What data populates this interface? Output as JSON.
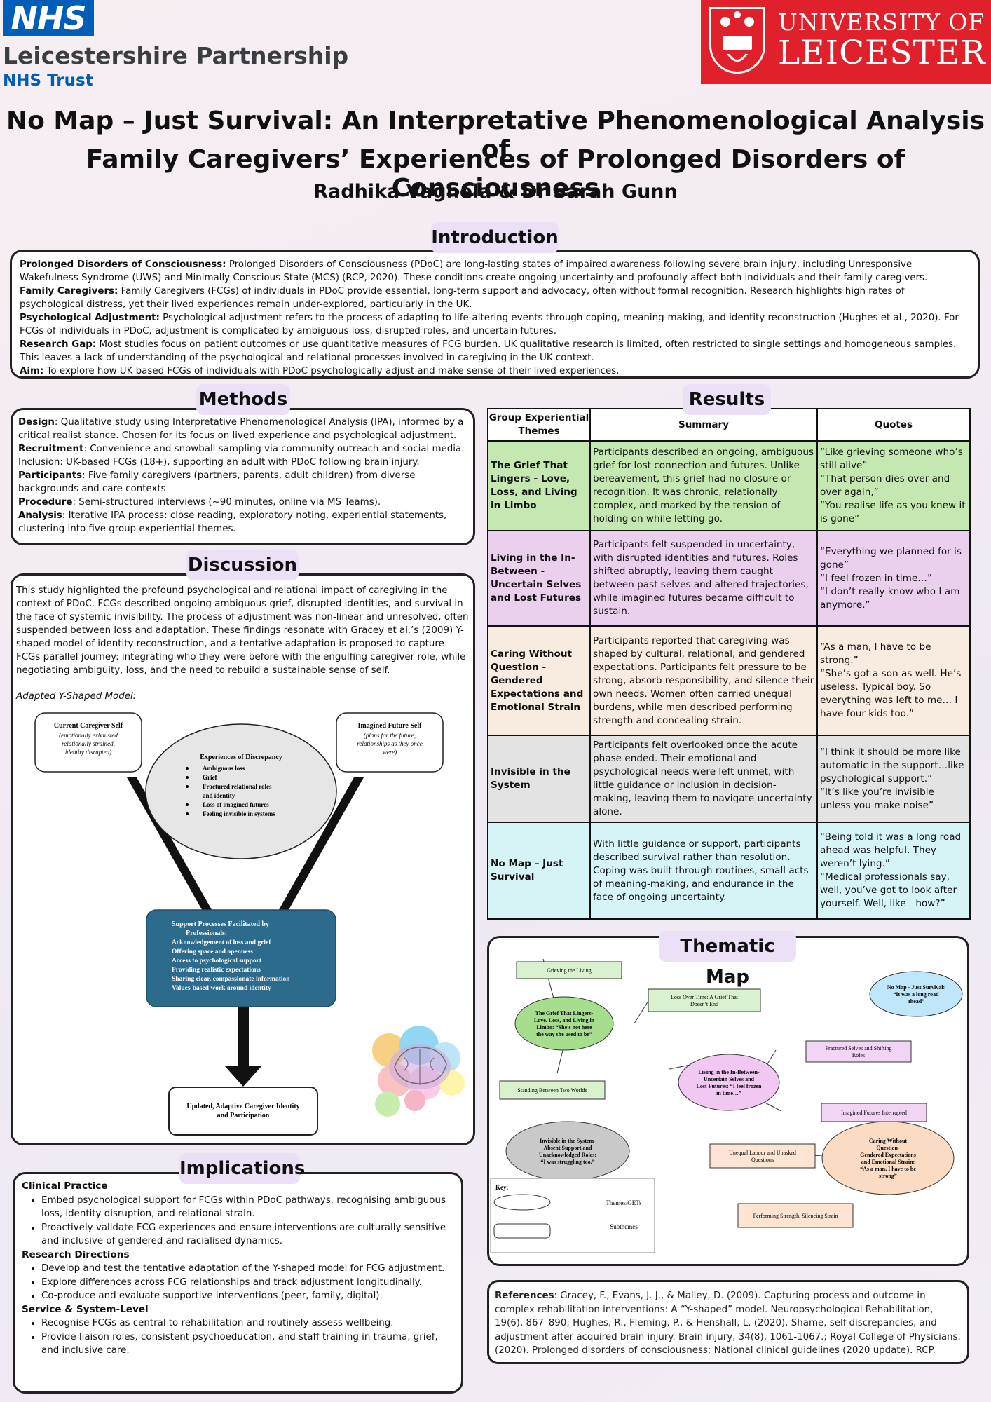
{
  "header": {
    "nhs_logo": "NHS",
    "trust_name": "Leicestershire Partnership",
    "trust_sub": "NHS Trust",
    "uni_line1": "UNIVERSITY OF",
    "uni_line2": "LEICESTER",
    "title_line1": "No Map – Just Survival: An Interpretative Phenomenological Analysis of",
    "title_line2": "Family Caregivers’ Experiences of Prolonged Disorders of Consciousness",
    "authors": "Radhika Vaghela & Dr Sarah Gunn"
  },
  "introduction": {
    "heading": "Introduction",
    "items": [
      {
        "label": "Prolonged Disorders of Consciousness:",
        "text": " Prolonged Disorders of Consciousness (PDoC) are long-lasting states of impaired awareness following severe brain injury, including Unresponsive Wakefulness Syndrome (UWS) and Minimally Conscious State (MCS) (RCP, 2020). These conditions create ongoing uncertainty and profoundly affect both individuals and their family caregivers."
      },
      {
        "label": "Family Caregivers:",
        "text": " Family Caregivers (FCGs) of individuals in PDoC provide essential, long-term support and advocacy, often without formal recognition. Research highlights high rates of psychological distress, yet their lived experiences remain under-explored, particularly in the UK."
      },
      {
        "label": "Psychological Adjustment:",
        "text": " Psychological adjustment refers to the process of adapting to life-altering events through coping, meaning-making, and identity reconstruction (Hughes et al., 2020). For FCGs of individuals in PDoC, adjustment is complicated by ambiguous loss, disrupted roles, and uncertain futures."
      },
      {
        "label": "Research Gap:",
        "text": " Most studies focus on patient outcomes or use quantitative measures of FCG burden. UK qualitative research is limited, often restricted to single settings and homogeneous samples. This leaves a lack of understanding of the psychological and relational processes involved in caregiving in the UK context."
      },
      {
        "label": "Aim:",
        "text": " To explore how UK based FCGs of individuals with PDoC psychologically adjust and make sense of their lived experiences."
      }
    ]
  },
  "methods": {
    "heading": "Methods",
    "items": [
      {
        "label": "Design",
        "text": ": Qualitative study using Interpretative Phenomenological Analysis (IPA), informed by a critical realist stance. Chosen for its focus on lived experience and psychological adjustment."
      },
      {
        "label": "Recruitment",
        "text": ": Convenience and snowball sampling via community outreach and social media. Inclusion: UK-based FCGs (18+), supporting an adult with PDoC following brain injury."
      },
      {
        "label": "Participants",
        "text": ": Five family caregivers (partners, parents, adult children) from diverse backgrounds and care contexts"
      },
      {
        "label": "Procedure",
        "text": ": Semi-structured interviews (~90 minutes, online via MS Teams)."
      },
      {
        "label": "Analysis",
        "text": ": Iterative IPA process: close reading, exploratory noting, experiential statements, clustering into five group experiential themes."
      }
    ]
  },
  "discussion": {
    "heading": "Discussion",
    "text": "This study highlighted the profound psychological and relational impact of caregiving in the context of PDoC. FCGs described ongoing ambiguous grief, disrupted identities, and survival in the face of systemic invisibility. The process of adjustment was non-linear and unresolved, often suspended between loss and adaptation. These findings resonate with Gracey et al.’s (2009) Y-shaped model of identity reconstruction, and a tentative adaptation is proposed to capture FCGs parallel journey: integrating who they were before with the engulfing caregiver role, while negotiating ambiguity, loss, and the need to rebuild a sustainable sense of self.",
    "model_caption": "Adapted Y-Shaped Model:",
    "model": {
      "current_title": "Current Caregiver Self",
      "current_sub1": "(emotionally exhausted",
      "current_sub2": "relationally strained,",
      "current_sub3": "identity disrupted)",
      "future_title": "Imagined Future Self",
      "future_sub1": "(plans for the future,",
      "future_sub2": "relationships as they once",
      "future_sub3": "were)",
      "discrepancy_title": "Experiences of Discrepancy",
      "discrepancy_items": [
        "Ambiguous loss",
        "Grief",
        "Fractured relational roles",
        "and identity",
        "Loss of imagined futures",
        "Feeling invisible in systems"
      ],
      "support_title1": "Support Processes Facilitated by",
      "support_title2": "Professionals:",
      "support_items": [
        "Acknowledgement of loss and grief",
        "Offering space and openness",
        "Access to psychological support",
        "Providing realistic expectations",
        "Sharing clear, compassionate information",
        "Values-based work around identity"
      ],
      "updated_line1": "Updated, Adaptive Caregiver Identity",
      "updated_line2": "and Participation"
    }
  },
  "implications": {
    "heading": "Implications",
    "groups": [
      {
        "title": "Clinical Practice",
        "items": [
          "Embed psychological support for FCGs within PDoC pathways, recognising ambiguous loss, identity disruption, and relational strain.",
          "Proactively validate FCG experiences and ensure interventions are culturally sensitive and inclusive of gendered and racialised dynamics."
        ]
      },
      {
        "title": "Research Directions",
        "items": [
          "Develop and test the tentative adaptation of the Y-shaped model for FCG adjustment.",
          "Explore differences across FCG relationships and track adjustment longitudinally.",
          "Co-produce and evaluate supportive interventions (peer, family, digital)."
        ]
      },
      {
        "title": "Service & System-Level",
        "items": [
          "Recognise FCGs as central to rehabilitation and routinely assess wellbeing.",
          "Provide liaison roles, consistent psychoeducation, and staff training in trauma, grief, and inclusive care."
        ]
      }
    ]
  },
  "results": {
    "heading": "Results",
    "columns": [
      "Group Experiential Themes",
      "Summary",
      "Quotes"
    ],
    "rows": [
      {
        "theme": "The Grief That Lingers - Love, Loss, and Living in Limbo",
        "summary": "Participants described an ongoing, ambiguous grief for lost connection and futures. Unlike bereavement, this grief had no closure or recognition. It was chronic, relationally complex, and marked by the tension of holding on while letting go.",
        "quotes": [
          "“Like grieving someone who’s still alive”",
          "“That person dies over and over again,”",
          "“You realise life as you knew it is gone”"
        ],
        "color": "#c5e8b2"
      },
      {
        "theme": "Living in the In-Between - Uncertain Selves and Lost Futures",
        "summary": "Participants felt suspended in uncertainty, with disrupted identities and futures. Roles shifted abruptly, leaving them caught between past selves and altered trajectories, while imagined futures became difficult to sustain.",
        "quotes": [
          "“Everything we planned for is gone”",
          "“I feel frozen in time…”",
          "“I don’t really know who I am anymore.”"
        ],
        "color": "#ebd0ee"
      },
      {
        "theme": "Caring Without Question - Gendered Expectations and Emotional Strain",
        "summary": "Participants reported that caregiving was shaped by cultural, relational, and gendered expectations. Participants felt pressure to be strong, absorb responsibility, and silence their own needs. Women often carried unequal burdens, while men described performing strength and concealing strain.",
        "quotes": [
          "“As a man, I have to be strong.”",
          "“She’s got a son as well. He’s useless. Typical boy. So everything was left to me… I have four kids too.”"
        ],
        "color": "#f8ebe0"
      },
      {
        "theme": "Invisible in the System",
        "summary": "Participants felt overlooked once the acute phase ended. Their emotional and psychological needs were left unmet, with little guidance or inclusion in decision-making, leaving them to navigate uncertainty alone.",
        "quotes": [
          "“I think it should be more like automatic in the support…like psychological support.”",
          "“It’s like you’re invisible unless you make noise”"
        ],
        "color": "#e3e3e3"
      },
      {
        "theme": "No Map – Just Survival",
        "summary": "With little guidance or support, participants described survival rather than resolution. Coping was built through routines, small acts of meaning-making, and endurance in the face of ongoing uncertainty.",
        "quotes": [
          "“Being told it was a long road ahead was helpful. They weren’t lying.”",
          "“Medical professionals say, well, you’ve got to look after yourself. Well, like—how?”"
        ],
        "color": "#d6f4f6"
      }
    ]
  },
  "thematic_map": {
    "heading": "Thematic Map",
    "themes": [
      {
        "lines": [
          "The Grief That Lingers-",
          "Love. Loss, and Living in",
          "Limbo: “She’s not here",
          "the way she used to be”"
        ],
        "color": "#a6dd8e"
      },
      {
        "lines": [
          "Living in the In-Between-",
          "Uncertain Selves and",
          "Lost Futures: “I feel frozen",
          "in time…”"
        ],
        "color": "#f0c8f2"
      },
      {
        "lines": [
          "Invisible in the System-",
          "Absent Support and",
          "Unacknowledged Roles:",
          "“I was struggling too.”"
        ],
        "color": "#c9c9c9"
      },
      {
        "lines": [
          "No Map - Just Survival:",
          "“It was a long road",
          "ahead”"
        ],
        "color": "#bfe7f9"
      },
      {
        "lines": [
          "Caring Without",
          "Question-",
          "Gendered Expectations",
          "and Emotional Strain:",
          "“As a man, I have to be",
          "strong”"
        ],
        "color": "#fadcc4"
      }
    ],
    "subthemes": [
      {
        "lines": [
          "Grieving the Living"
        ],
        "color": "#d9f1cf"
      },
      {
        "lines": [
          "Loss Over Time: A Grief That",
          "Doesn’t End"
        ],
        "color": "#d9f1cf"
      },
      {
        "lines": [
          "Standing Between Two Worlds"
        ],
        "color": "#d9f1cf"
      },
      {
        "lines": [
          "Fractured Selves and Shifting",
          "Roles"
        ],
        "color": "#f2d5f5"
      },
      {
        "lines": [
          "Imagined Futures Interrupted"
        ],
        "color": "#f2d5f5"
      },
      {
        "lines": [
          "Unequal Labour and Unasked",
          "Questions"
        ],
        "color": "#fde4d3"
      },
      {
        "lines": [
          "Performing Strength, Silencing Strain"
        ],
        "color": "#fde4d3"
      }
    ],
    "key_title": "Key:",
    "key_themes": "Themes/GETs",
    "key_subthemes": "Subthemes"
  },
  "references": {
    "label": "References",
    "text": ": Gracey, F., Evans, J. J., & Malley, D. (2009). Capturing process and outcome in complex rehabilitation interventions: A “Y-shaped” model. Neuropsychological Rehabilitation, 19(6), 867–890; Hughes, R., Fleming, P., & Henshall, L. (2020). Shame, self-discrepancies, and adjustment after acquired brain injury. Brain injury, 34(8), 1061-1067.; Royal College of Physicians. (2020). Prolonged disorders of consciousness: National clinical guidelines (2020 update). RCP."
  }
}
